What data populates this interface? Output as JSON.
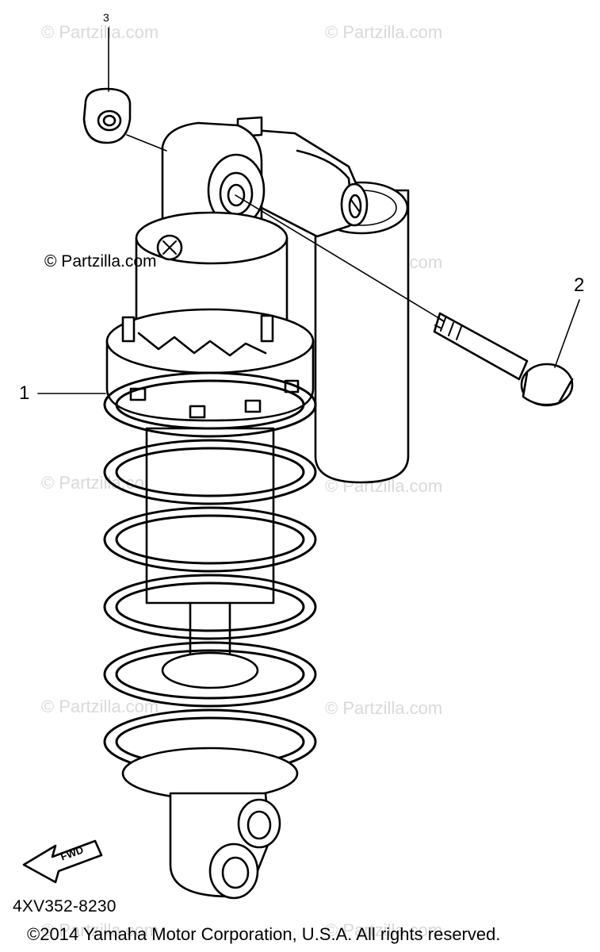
{
  "watermarks": {
    "text": "© Partzilla.com",
    "prominent_text": "© Partzilla.com"
  },
  "callouts": {
    "item_1": "1",
    "item_2": "2",
    "item_3": "3"
  },
  "direction_arrow": {
    "label": "FWD"
  },
  "diagram_code": "4XV352-8230",
  "copyright": "©2014  Yamaha Motor Corporation, U.S.A. All rights reserved."
}
